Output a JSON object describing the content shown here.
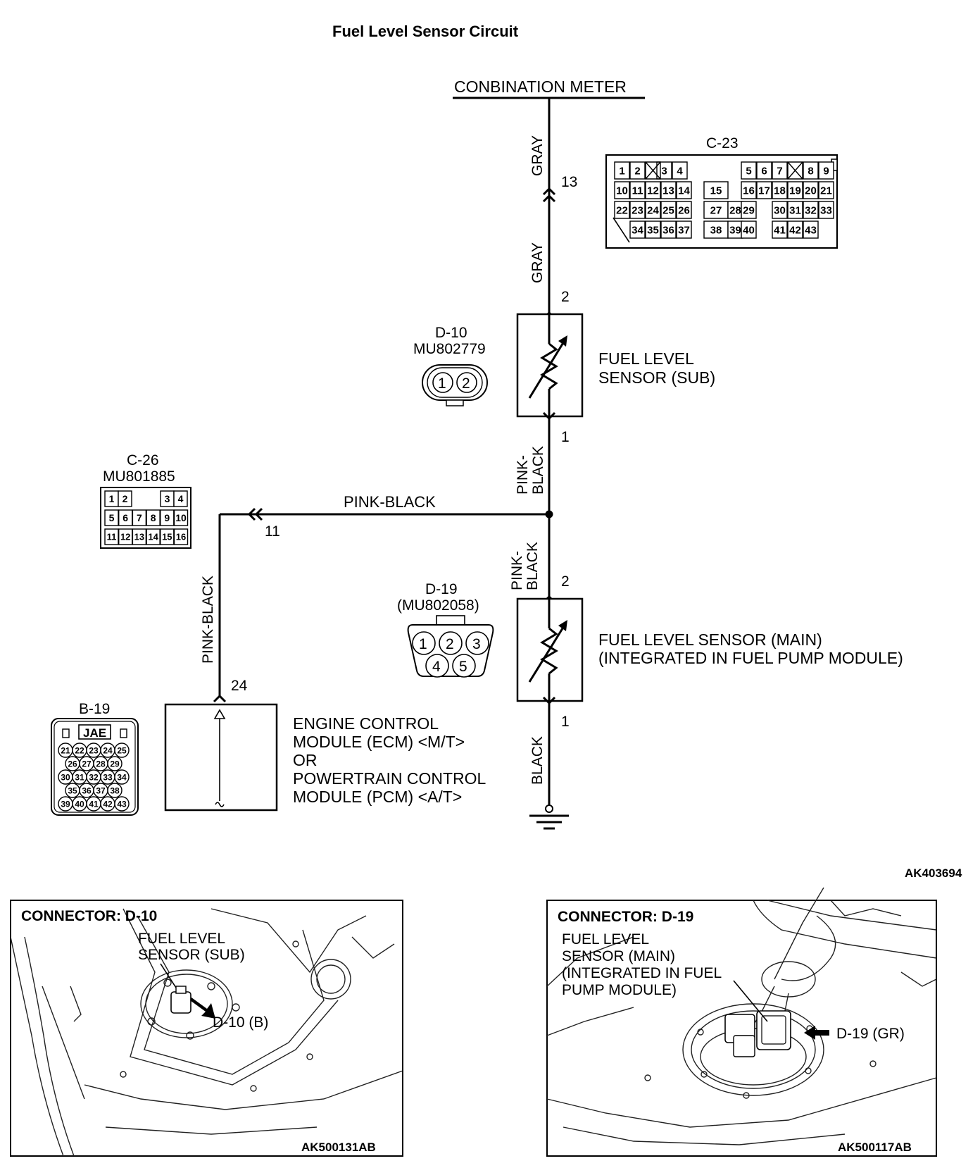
{
  "title": "Fuel Level Sensor Circuit",
  "labels": {
    "combination_meter": "CONBINATION METER",
    "wire_gray_1": "GRAY",
    "wire_gray_2": "GRAY",
    "wire_pink_black_v1": "PINK-\nBLACK",
    "wire_pink_black_h": "PINK-BLACK",
    "wire_pink_black_v2": "PINK-\nBLACK",
    "wire_pink_black_left": "PINK-BLACK",
    "wire_black": "BLACK",
    "pin_13": "13",
    "pin_2a": "2",
    "pin_1a": "1",
    "pin_11": "11",
    "pin_2b": "2",
    "pin_1b": "1",
    "pin_24": "24",
    "sensor_sub_1": "FUEL LEVEL",
    "sensor_sub_2": "SENSOR (SUB)",
    "sensor_main_1": "FUEL LEVEL SENSOR (MAIN)",
    "sensor_main_2": "(INTEGRATED IN FUEL PUMP MODULE)",
    "ecm_1": "ENGINE CONTROL",
    "ecm_2": "MODULE (ECM) <M/T>",
    "ecm_3": "OR",
    "ecm_4": "POWERTRAIN CONTROL",
    "ecm_5": "MODULE (PCM) <A/T>",
    "figure_id": "AK403694"
  },
  "connectors": {
    "c23": {
      "name": "C-23",
      "row1": [
        "1",
        "2",
        "3",
        "4",
        "5",
        "6",
        "7",
        "8",
        "9"
      ],
      "row2": [
        "10",
        "11",
        "12",
        "13",
        "14",
        "15",
        "16",
        "17",
        "18",
        "19",
        "20",
        "21"
      ],
      "row3": [
        "22",
        "23",
        "24",
        "25",
        "26",
        "27",
        "28",
        "29",
        "30",
        "31",
        "32",
        "33"
      ],
      "row4": [
        "34",
        "35",
        "36",
        "37",
        "38",
        "39",
        "40",
        "41",
        "42",
        "43"
      ]
    },
    "d10": {
      "name": "D-10",
      "part": "MU802779",
      "pins": [
        "1",
        "2"
      ]
    },
    "c26": {
      "name": "C-26",
      "part": "MU801885",
      "row1": [
        "1",
        "2",
        "3",
        "4"
      ],
      "row2": [
        "5",
        "6",
        "7",
        "8",
        "9",
        "10"
      ],
      "row3": [
        "11",
        "12",
        "13",
        "14",
        "15",
        "16"
      ]
    },
    "d19": {
      "name": "D-19",
      "part": "(MU802058)",
      "pins": [
        "1",
        "2",
        "3",
        "4",
        "5"
      ]
    },
    "b19": {
      "name": "B-19",
      "brand": "JAE",
      "row1": [
        "21",
        "22",
        "23",
        "24",
        "25"
      ],
      "row2": [
        "26",
        "27",
        "28",
        "29"
      ],
      "row3": [
        "30",
        "31",
        "32",
        "33",
        "34"
      ],
      "row4": [
        "35",
        "36",
        "37",
        "38"
      ],
      "row5": [
        "39",
        "40",
        "41",
        "42",
        "43"
      ]
    }
  },
  "photos": {
    "left": {
      "title": "CONNECTOR: D-10",
      "callout_1": "FUEL LEVEL",
      "callout_2": "SENSOR (SUB)",
      "pointer": "D-10 (B)",
      "id": "AK500131AB"
    },
    "right": {
      "title": "CONNECTOR: D-19",
      "callout_1": "FUEL LEVEL",
      "callout_2": "SENSOR (MAIN)",
      "callout_3": "(INTEGRATED IN FUEL",
      "callout_4": "PUMP MODULE)",
      "pointer": "D-19 (GR)",
      "id": "AK500117AB"
    }
  }
}
